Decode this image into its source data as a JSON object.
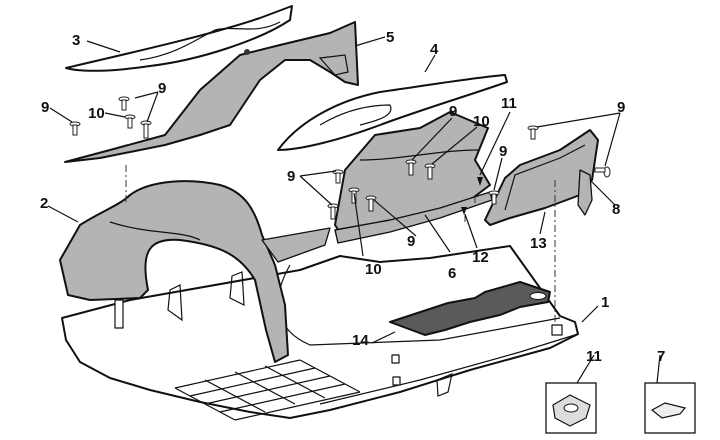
{
  "diagram": {
    "type": "exploded-parts-diagram",
    "subject": "Luggage compartment / boot trim panels",
    "callouts": [
      {
        "id": "c1",
        "label": "1",
        "part": "boot floor / load panel"
      },
      {
        "id": "c2",
        "label": "2",
        "part": "left side wheel-arch trim"
      },
      {
        "id": "c3",
        "label": "3",
        "part": "left upper trim strip"
      },
      {
        "id": "c4",
        "label": "4",
        "part": "right upper trim strip"
      },
      {
        "id": "c5",
        "label": "5",
        "part": "left side upper trim panel"
      },
      {
        "id": "c6",
        "label": "6",
        "part": "right side trim panel"
      },
      {
        "id": "c7",
        "label": "7",
        "part": "clip (inset)"
      },
      {
        "id": "c8",
        "label": "8",
        "part": "fastener"
      },
      {
        "id": "c9a",
        "label": "9",
        "part": "screw"
      },
      {
        "id": "c9b",
        "label": "9",
        "part": "screw"
      },
      {
        "id": "c9c",
        "label": "9",
        "part": "screw"
      },
      {
        "id": "c9d",
        "label": "9",
        "part": "screw"
      },
      {
        "id": "c9e",
        "label": "9",
        "part": "screw"
      },
      {
        "id": "c9f",
        "label": "9",
        "part": "screw"
      },
      {
        "id": "c9g",
        "label": "9",
        "part": "screw"
      },
      {
        "id": "c10a",
        "label": "10",
        "part": "screw"
      },
      {
        "id": "c10b",
        "label": "10",
        "part": "screw"
      },
      {
        "id": "c10c",
        "label": "10",
        "part": "screw"
      },
      {
        "id": "c11a",
        "label": "11",
        "part": "rivet"
      },
      {
        "id": "c11b",
        "label": "11",
        "part": "rivet"
      },
      {
        "id": "c12",
        "label": "12",
        "part": "speed nut (inset)"
      },
      {
        "id": "c13",
        "label": "13",
        "part": "right rear trim panel"
      },
      {
        "id": "c14",
        "label": "14",
        "part": "insulation mat"
      }
    ]
  }
}
